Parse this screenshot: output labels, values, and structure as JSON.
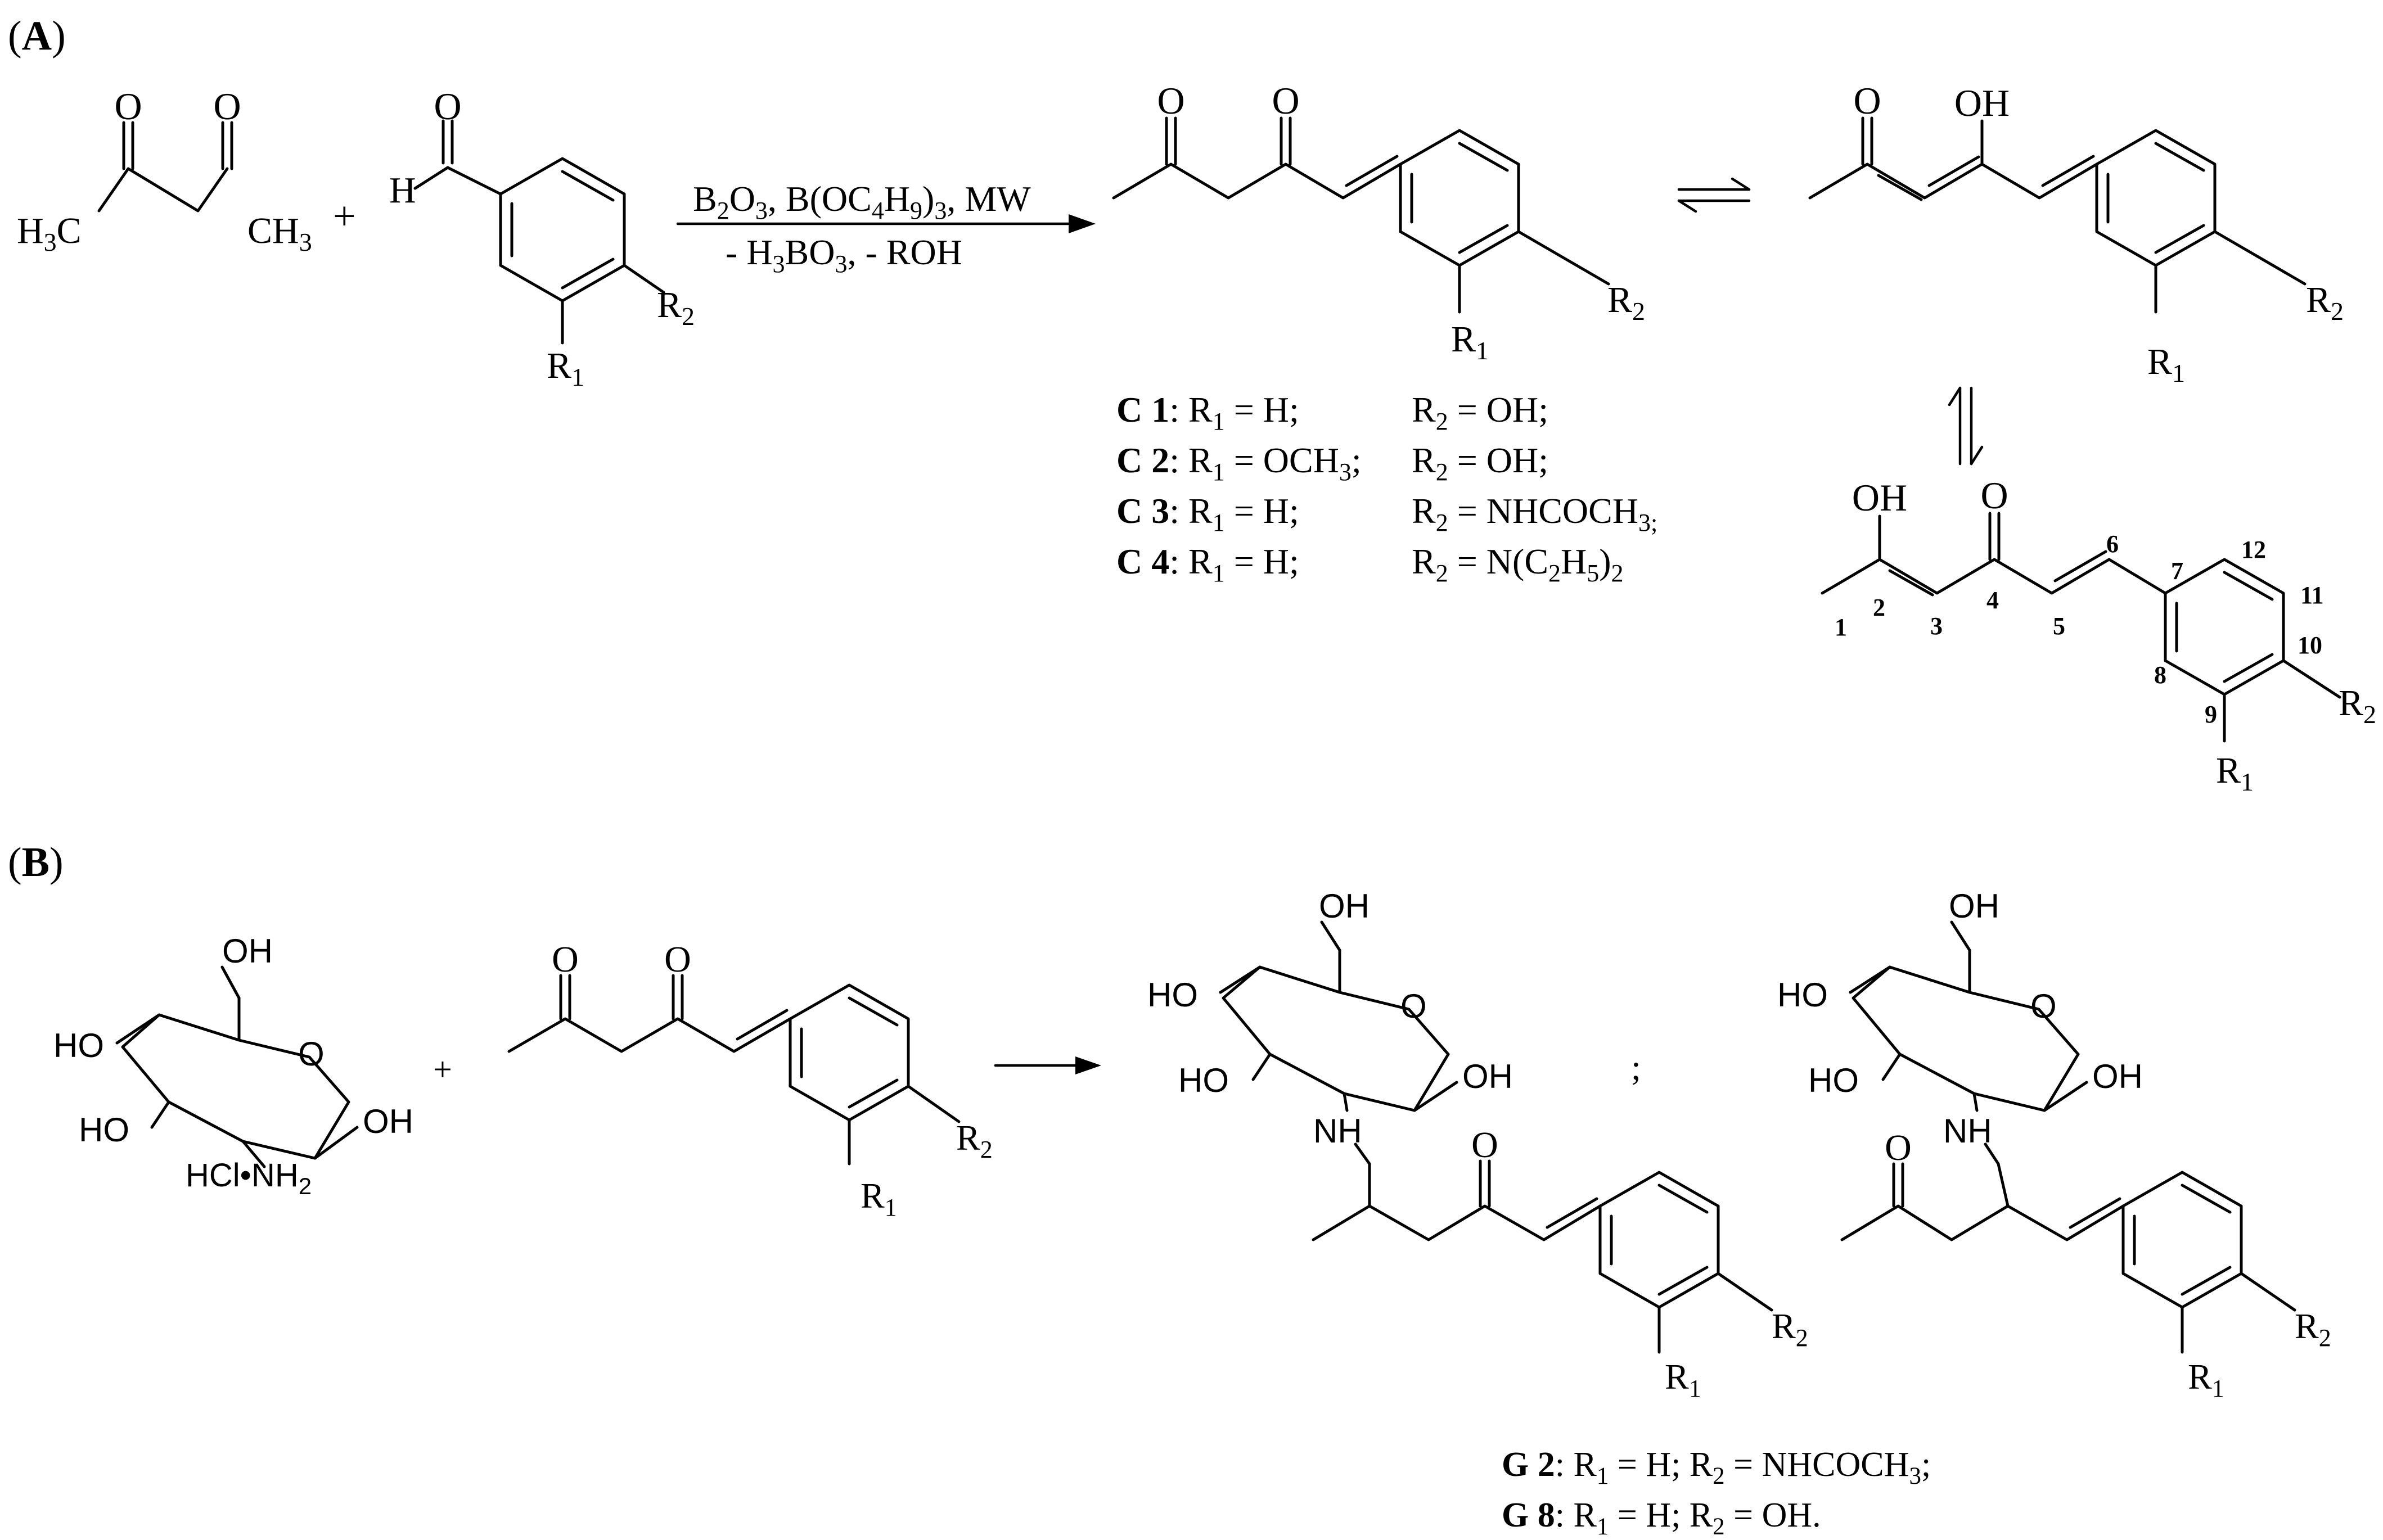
{
  "panels": {
    "a": {
      "label": "(A)",
      "label_bold": "A"
    },
    "b": {
      "label": "(B)",
      "label_bold": "B"
    }
  },
  "reaction_a": {
    "reagents_above": "B2O3, B(OC4H9)3, MW",
    "reagents_below": "- H3BO3, - ROH"
  },
  "reaction_b": {
    "separator": ";"
  },
  "c_series": [
    {
      "id": "C 1",
      "r1": "R1 = H;",
      "r2": "R2 = OH;"
    },
    {
      "id": "C 2",
      "r1": "R1 = OCH3;",
      "r2": "R2 = OH;"
    },
    {
      "id": "C 3",
      "r1": "R1 = H;",
      "r2": "R2 = NHCOCH3;"
    },
    {
      "id": "C 4",
      "r1": "R1 = H;",
      "r2": "R2 = N(C2H5)2"
    }
  ],
  "g_series": [
    {
      "id": "G 2",
      "text": "R1 = H;  R2 = NHCOCH3;"
    },
    {
      "id": "G 8",
      "text": "R1 = H;  R2 = OH."
    }
  ],
  "atom_labels": {
    "h3c": "H3C",
    "ch3": "CH3",
    "o": "O",
    "h": "H",
    "oh": "OH",
    "ho": "HO",
    "nh": "NH",
    "hcl_nh2": "HCl•NH2",
    "r1": "R1",
    "r2": "R2",
    "plus": "+"
  },
  "numbering": [
    "1",
    "2",
    "3",
    "4",
    "5",
    "6",
    "7",
    "8",
    "9",
    "10",
    "11",
    "12"
  ]
}
